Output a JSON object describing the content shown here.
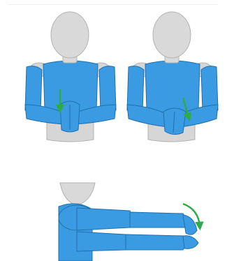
{
  "colors": {
    "head": "#d9d9d9",
    "head_outline": "#b3b3b3",
    "shoulder": "#d6d6d6",
    "body": "#3b9be2",
    "body_outline": "#1f6fae",
    "arrow": "#2eab49",
    "background": "#ffffff",
    "divider": "#eeeeee"
  },
  "panels": [
    {
      "id": "front-hands-together",
      "arrow_direction": "down",
      "hands": "center"
    },
    {
      "id": "front-hands-rotated",
      "arrow_direction": "down-right",
      "hands": "rotated"
    },
    {
      "id": "side-arms-forward",
      "arrow_direction": "curved-down",
      "hands": "extended"
    }
  ]
}
